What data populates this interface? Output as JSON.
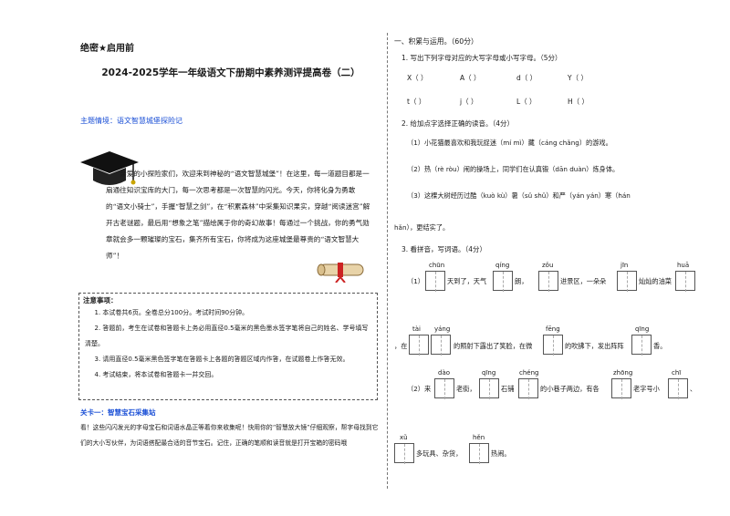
{
  "header": {
    "secret": "绝密★启用前",
    "title": "2024-2025学年一年级语文下册期中素养测评提高卷（二）",
    "theme": "主题情境：语文智慧城堡探险记"
  },
  "story": "亲爱的小探险家们，欢迎来到神秘的“语文智慧城堡”！在这里，每一道题目都是一扇通往知识宝库的大门，每一次思考都是一次智慧的闪光。今天，你将化身为勇敢的“语文小骑士”，手握“智慧之剑”，在“积累森林”中采集知识果实，穿越“阅读迷宫”解开古老谜题，最后用“想象之笔”描绘属于你的奇幻故事！每通过一个挑战，你的勇气勋章就会多一颗璀璨的宝石，集齐所有宝石，你将成为这座城堡最尊贵的“语文智慧大师”！",
  "notice": {
    "head": "注意事项：",
    "items": [
      "1. 本试卷共6页。全卷总分100分。考试时间90分钟。",
      "2. 答题前，考生在试卷和答题卡上务必用直径0.5毫米的黑色墨水签字笔将自己的姓名、学号填写清楚。",
      "3. 请用直径0.5毫米黑色签字笔在答题卡上各题的答题区域内作答，在试题卷上作答无效。",
      "4. 考试结束，将本试卷和答题卡一并交回。"
    ]
  },
  "level1": {
    "title": "关卡一：智慧宝石采集站",
    "desc": "看！这些闪闪发光的字母宝石和词语水晶正等着你来收集呢！快用你的“智慧放大镜”仔细观察，帮字母找到它们的大小写伙伴，为词语搭配最合适的音节宝石。记住，正确的笔顺和读音就是打开宝箱的密码哦"
  },
  "section": {
    "title": "一、积累与运用。（60分）",
    "q1": "1. 写出下列字母对应的大写字母或小写字母。（5分）",
    "letters_row1": [
      "X（    ）",
      "A（    ）",
      "d（    ）",
      "Y（    ）"
    ],
    "letters_row2": [
      "t（    ）",
      "j（    ）",
      "L（    ）",
      "H（    ）"
    ],
    "q2": "2. 给加点字选择正确的读音。（4分）",
    "q2_1": "（1）小花猫最喜欢和我玩捉迷（mí  mì）藏（cáng  chǎng）的游戏。",
    "q2_2": "（2）热（rè  ròu）闹的操场上，同学们在认真锻（dān  duàn）炼身体。",
    "q2_3": "（3）这棵大树经历过酷（kuò  kù）暑（sǔ  shǔ）和严（yán  yán）寒（hán",
    "q2_3b": "hǎn），更结实了。",
    "q3": "3. 看拼音，写词语。（4分）",
    "q3_1_pinyin": [
      "chūn",
      "qíng",
      "zǒu",
      "jīn",
      "huā"
    ],
    "q3_1_text": [
      "（1）",
      "天到了，天气",
      "朗，",
      "进景区，一朵朵",
      "灿灿的油菜"
    ],
    "q3_2_pinyin": [
      "tài",
      "yáng",
      "fēng",
      "qīng"
    ],
    "q3_2_text": [
      "，在",
      "的照射下露出了笑脸，在微",
      "的吹拂下，发出阵阵",
      "香。"
    ],
    "q3_3_pinyin": [
      "dào",
      "qīng",
      "chéng",
      "zhōng",
      "chī"
    ],
    "q3_3_text": [
      "（2）来",
      "老街，",
      "石铺",
      "的小巷子两边，有各",
      "老字号小",
      "、"
    ],
    "q3_4_pinyin": [
      "xǔ",
      "hěn"
    ],
    "q3_4_text": [
      "多玩具、杂货，",
      "热闹。"
    ]
  }
}
